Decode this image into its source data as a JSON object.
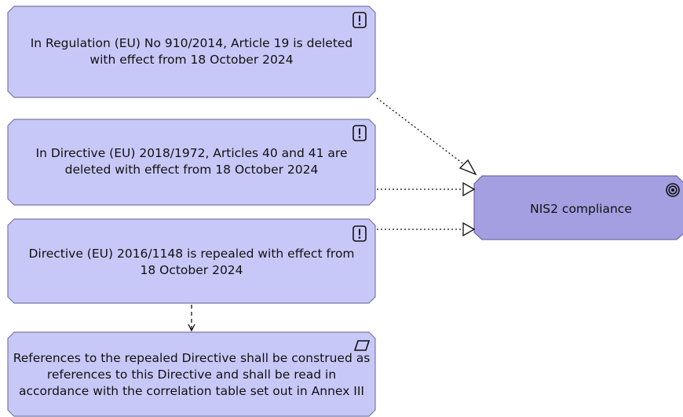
{
  "colors": {
    "requirement_fill": "#c8c8f8",
    "requirement_stroke": "#7878a8",
    "goal_fill": "#a39fe0",
    "goal_stroke": "#6e6aa8",
    "edge": "#111111"
  },
  "nodes": {
    "regulation_910": {
      "text": "In Regulation (EU) No 910/2014, Article 19 is deleted with effect from 18 October 2024",
      "icon": "exclamation-icon"
    },
    "directive_2018": {
      "text": "In Directive (EU) 2018/1972, Articles 40 and 41 are deleted with effect from 18 October 2024",
      "icon": "exclamation-icon"
    },
    "directive_2016": {
      "text": "Directive (EU) 2016/1148 is repealed with effect from 18 October 2024",
      "icon": "exclamation-icon"
    },
    "references": {
      "text": "References to the repealed Directive shall be construed as references to this Directive and shall be read in accordance with the correlation table set out in Annex III",
      "icon": "parallelogram-icon"
    },
    "nis2": {
      "text": "NIS2 compliance",
      "icon": "target-icon"
    }
  }
}
